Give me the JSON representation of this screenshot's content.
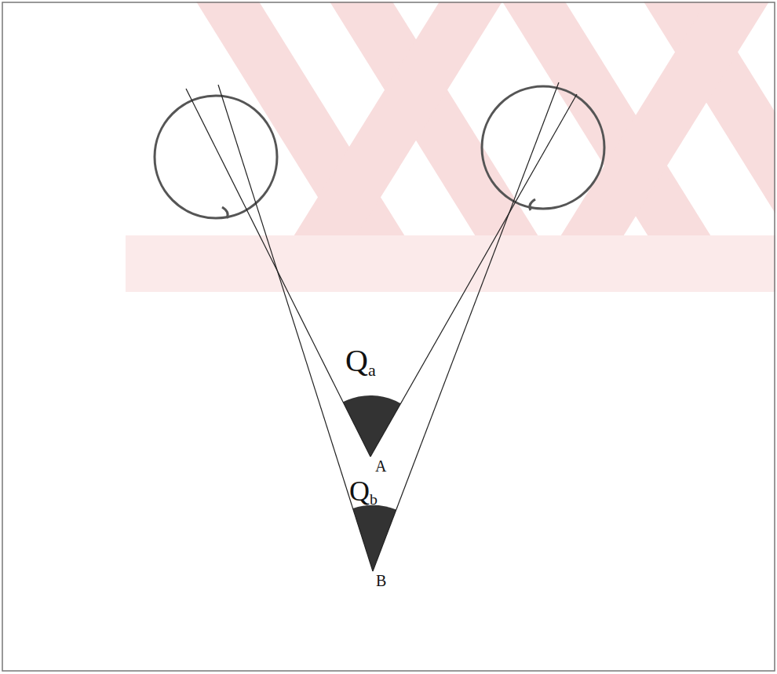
{
  "diagram": {
    "labels": [
      "Qa",
      "A",
      "Qb",
      "B"
    ]
  }
}
